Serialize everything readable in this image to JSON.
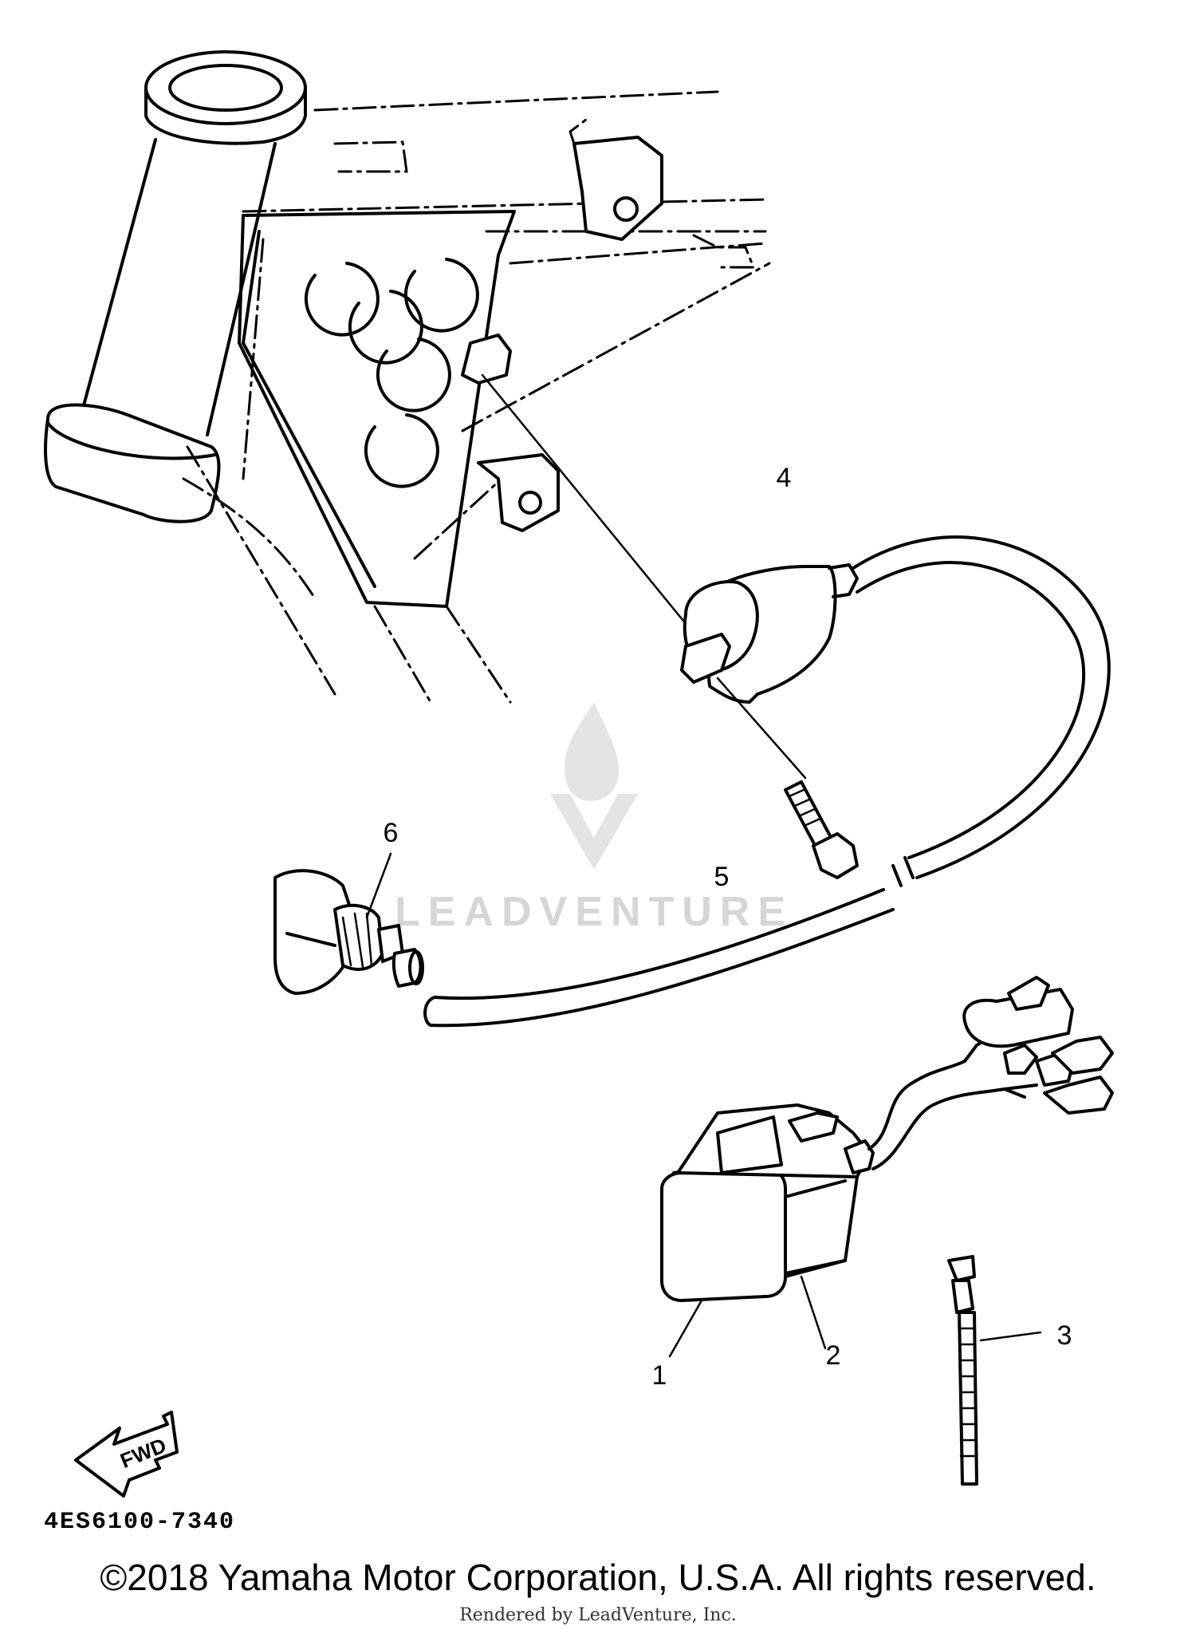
{
  "diagram_code": "4ES6100-7340",
  "fwd_label": "FWD",
  "watermark": "LEADVENTURE",
  "copyright": "©2018 Yamaha Motor Corporation, U.S.A. All rights reserved.",
  "rendered_by": "Rendered by LeadVenture, Inc.",
  "callouts": [
    {
      "number": "1"
    },
    {
      "number": "2"
    },
    {
      "number": "3"
    },
    {
      "number": "4"
    },
    {
      "number": "5"
    },
    {
      "number": "6"
    }
  ]
}
